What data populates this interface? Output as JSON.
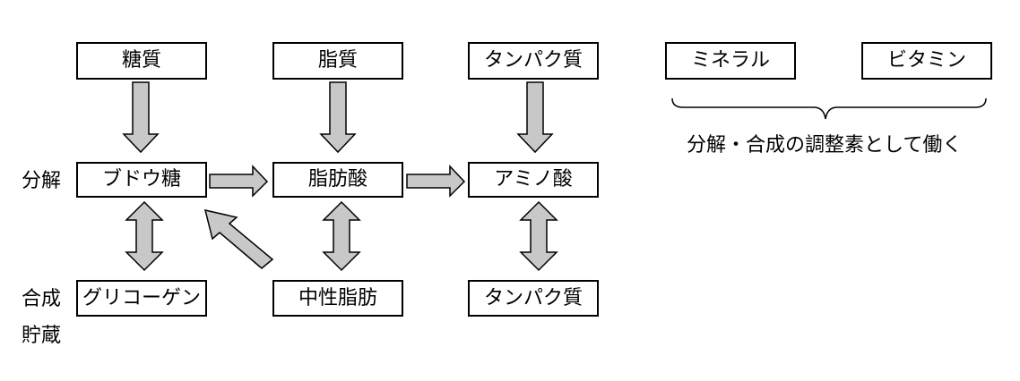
{
  "row_labels": {
    "decompose": "分解",
    "synthesize": "合成",
    "store": "貯蔵"
  },
  "nutrients": {
    "carbohydrate": "糖質",
    "lipid": "脂質",
    "protein": "タンパク質",
    "mineral": "ミネラル",
    "vitamin": "ビタミン"
  },
  "metabolites": {
    "glucose": "ブドウ糖",
    "fatty_acid": "脂肪酸",
    "amino_acid": "アミノ酸"
  },
  "storage": {
    "glycogen": "グリコーゲン",
    "neutral_fat": "中性脂肪",
    "protein": "タンパク質"
  },
  "regulator_caption": "分解・合成の調整素として働く"
}
